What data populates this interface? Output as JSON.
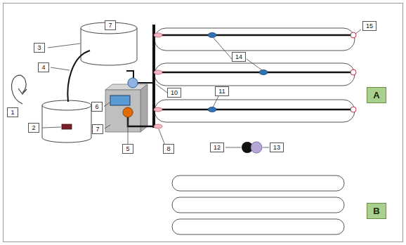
{
  "diagram": {
    "nodes": [
      {
        "text": [
          "A"
        ]
      },
      {
        "text": [
          "B"
        ]
      }
    ],
    "labels": [
      "7",
      "3",
      "4",
      "1",
      "2",
      "6",
      "7",
      "5",
      "8",
      "10",
      "11",
      "14",
      "15",
      "12",
      "13"
    ]
  }
}
